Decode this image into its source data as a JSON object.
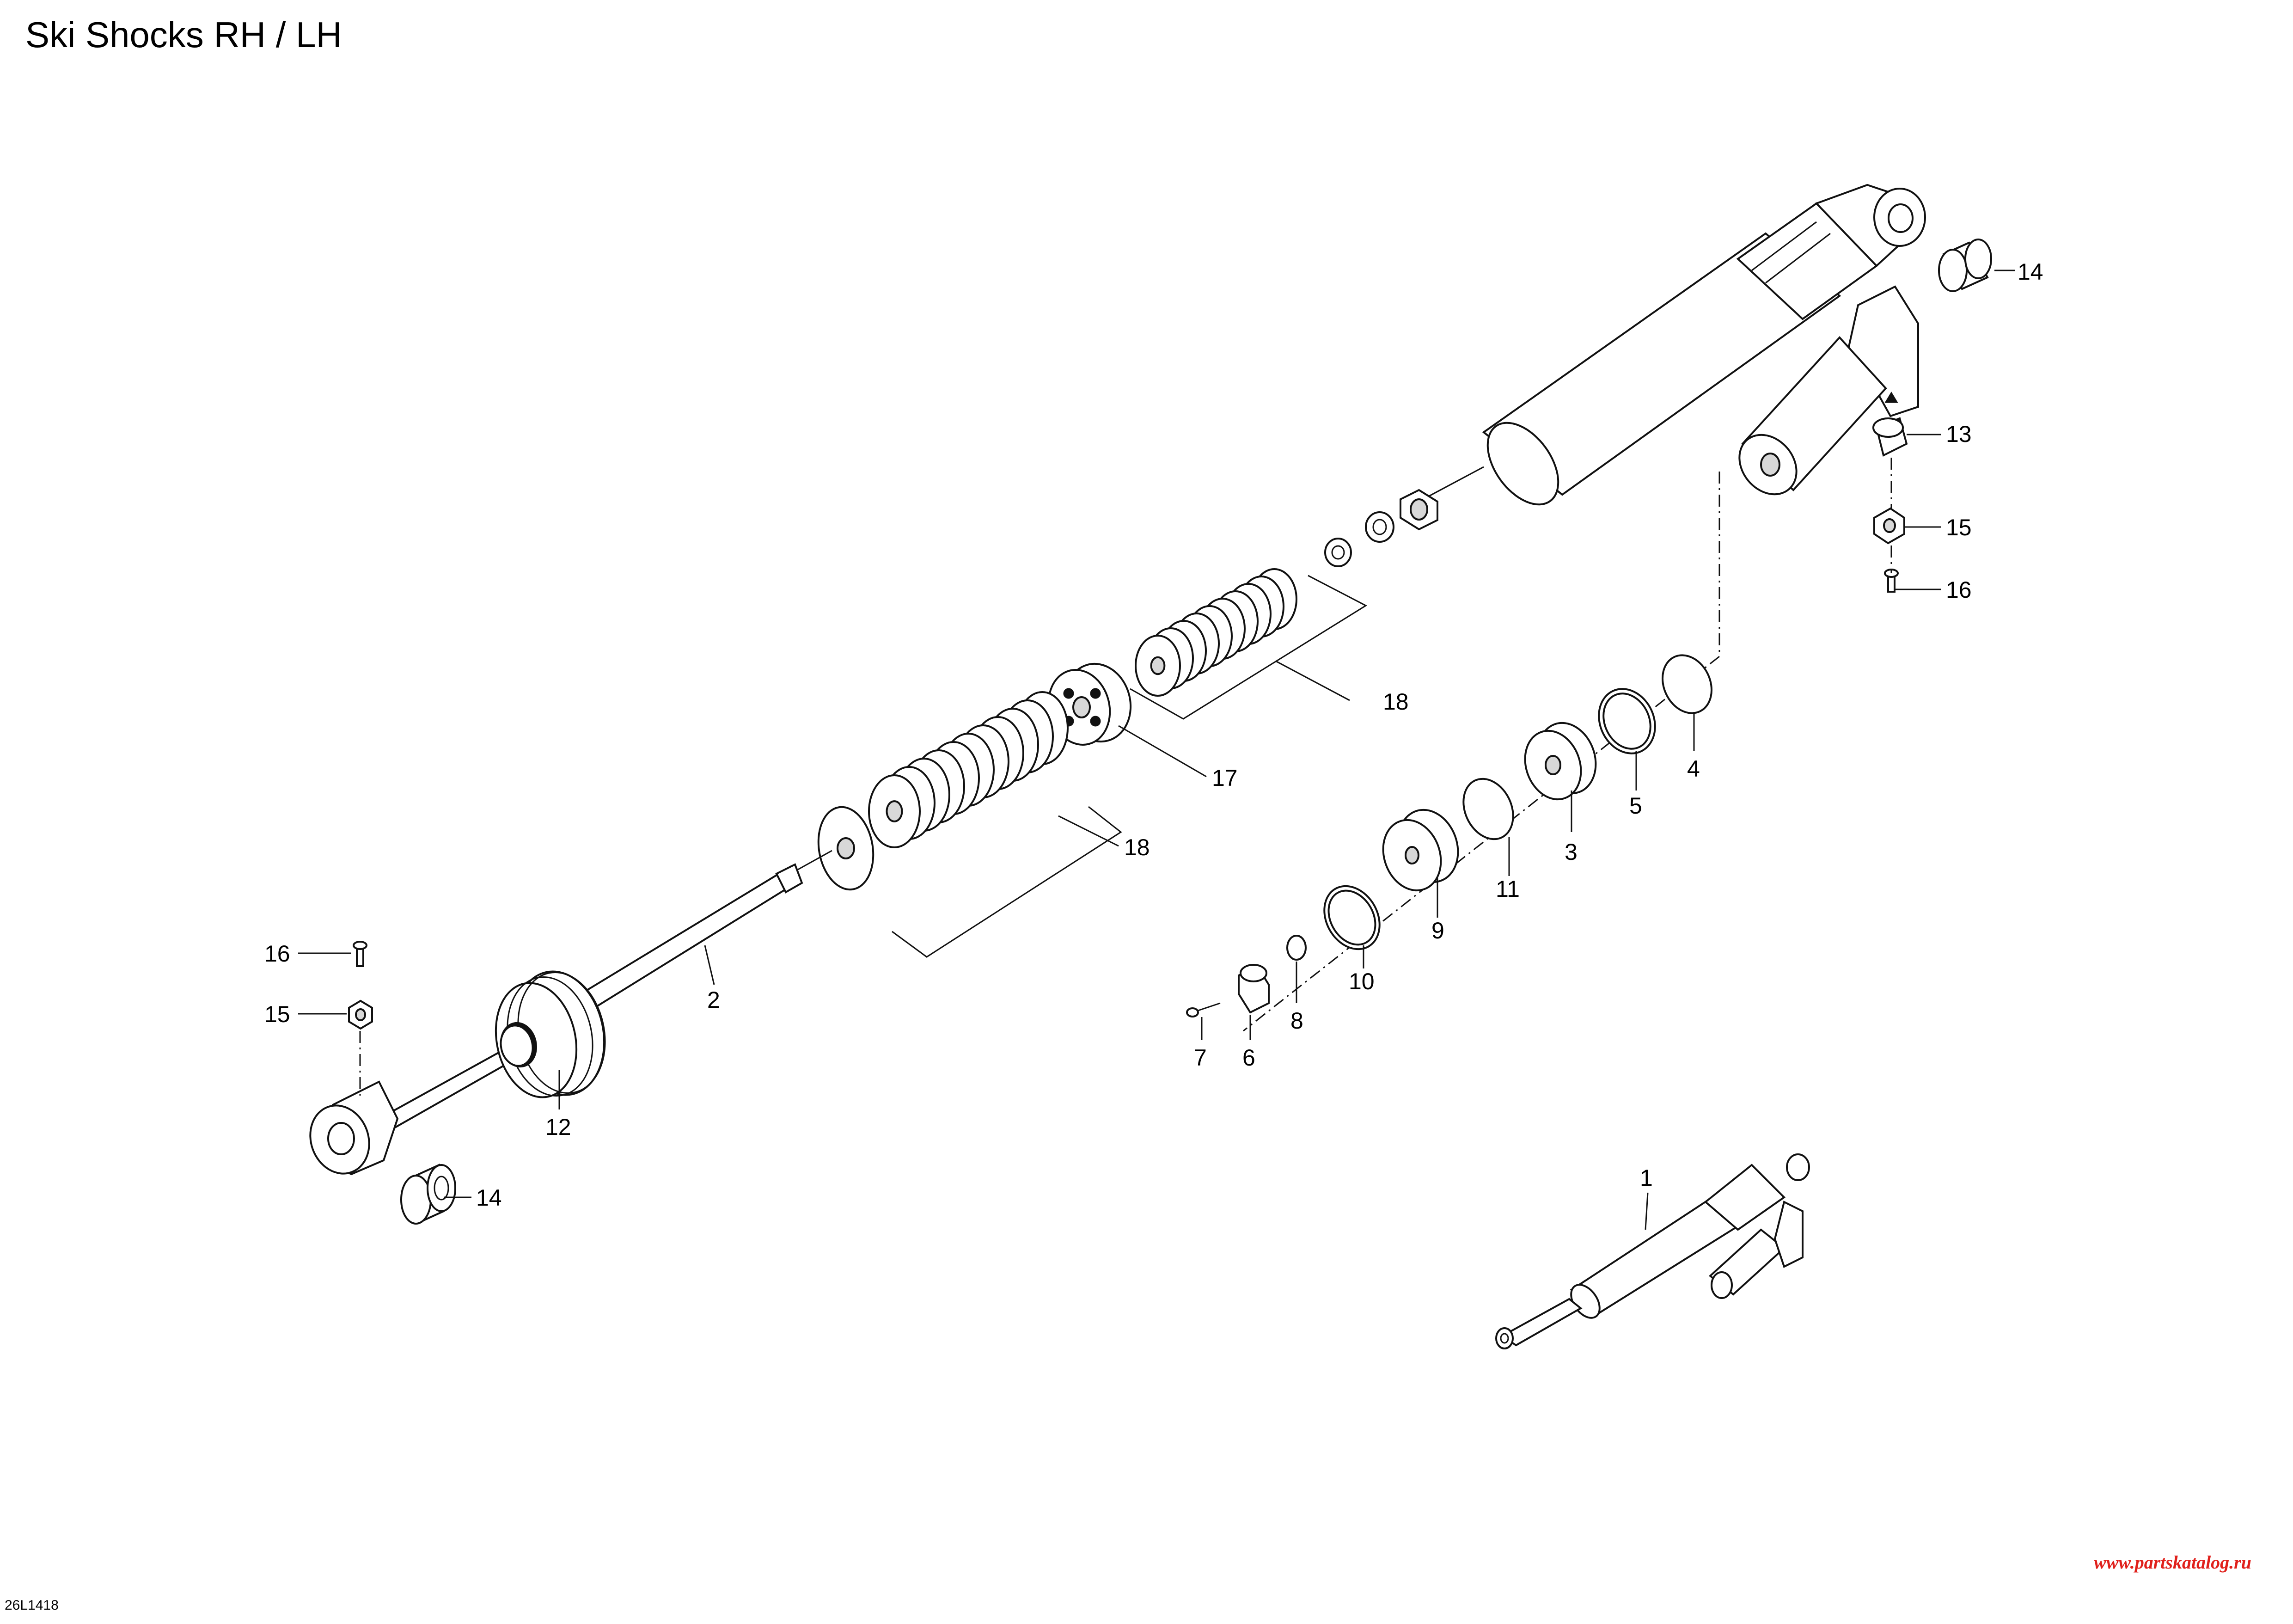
{
  "title": "Ski Shocks RH / LH",
  "figure_code": "26L1418",
  "watermark": "www.partskatalog.ru",
  "callouts": [
    {
      "id": "c1",
      "label": "1"
    },
    {
      "id": "c2",
      "label": "2"
    },
    {
      "id": "c3",
      "label": "3"
    },
    {
      "id": "c4",
      "label": "4"
    },
    {
      "id": "c5",
      "label": "5"
    },
    {
      "id": "c6",
      "label": "6"
    },
    {
      "id": "c7",
      "label": "7"
    },
    {
      "id": "c8",
      "label": "8"
    },
    {
      "id": "c9",
      "label": "9"
    },
    {
      "id": "c10",
      "label": "10"
    },
    {
      "id": "c11",
      "label": "11"
    },
    {
      "id": "c12",
      "label": "12"
    },
    {
      "id": "c13",
      "label": "13"
    },
    {
      "id": "c14a",
      "label": "14"
    },
    {
      "id": "c14b",
      "label": "14"
    },
    {
      "id": "c15a",
      "label": "15"
    },
    {
      "id": "c15b",
      "label": "15"
    },
    {
      "id": "c16a",
      "label": "16"
    },
    {
      "id": "c16b",
      "label": "16"
    },
    {
      "id": "c17",
      "label": "17"
    },
    {
      "id": "c18a",
      "label": "18"
    },
    {
      "id": "c18b",
      "label": "18"
    }
  ]
}
